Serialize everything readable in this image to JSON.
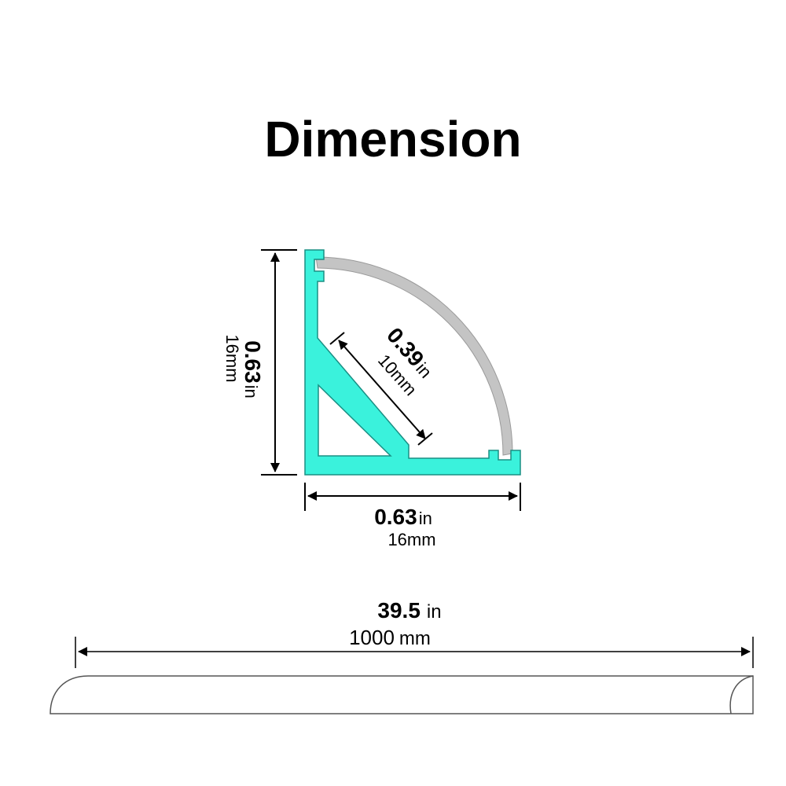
{
  "title": "Dimension",
  "colors": {
    "profile": "#3af2dc",
    "profile_stroke": "#1a8f84",
    "diffuser": "#c4c4c4",
    "line": "#000000"
  },
  "dimensions": {
    "height": {
      "value": "0.63",
      "unit": "in",
      "metric": "16mm"
    },
    "diagonal": {
      "value": "0.39",
      "unit": "in",
      "metric": "10mm"
    },
    "width": {
      "value": "0.63",
      "unit": "in",
      "metric": "16mm"
    },
    "length": {
      "value": "39.5",
      "unit": "in",
      "metric_value": "1000",
      "metric_unit": "mm"
    }
  }
}
